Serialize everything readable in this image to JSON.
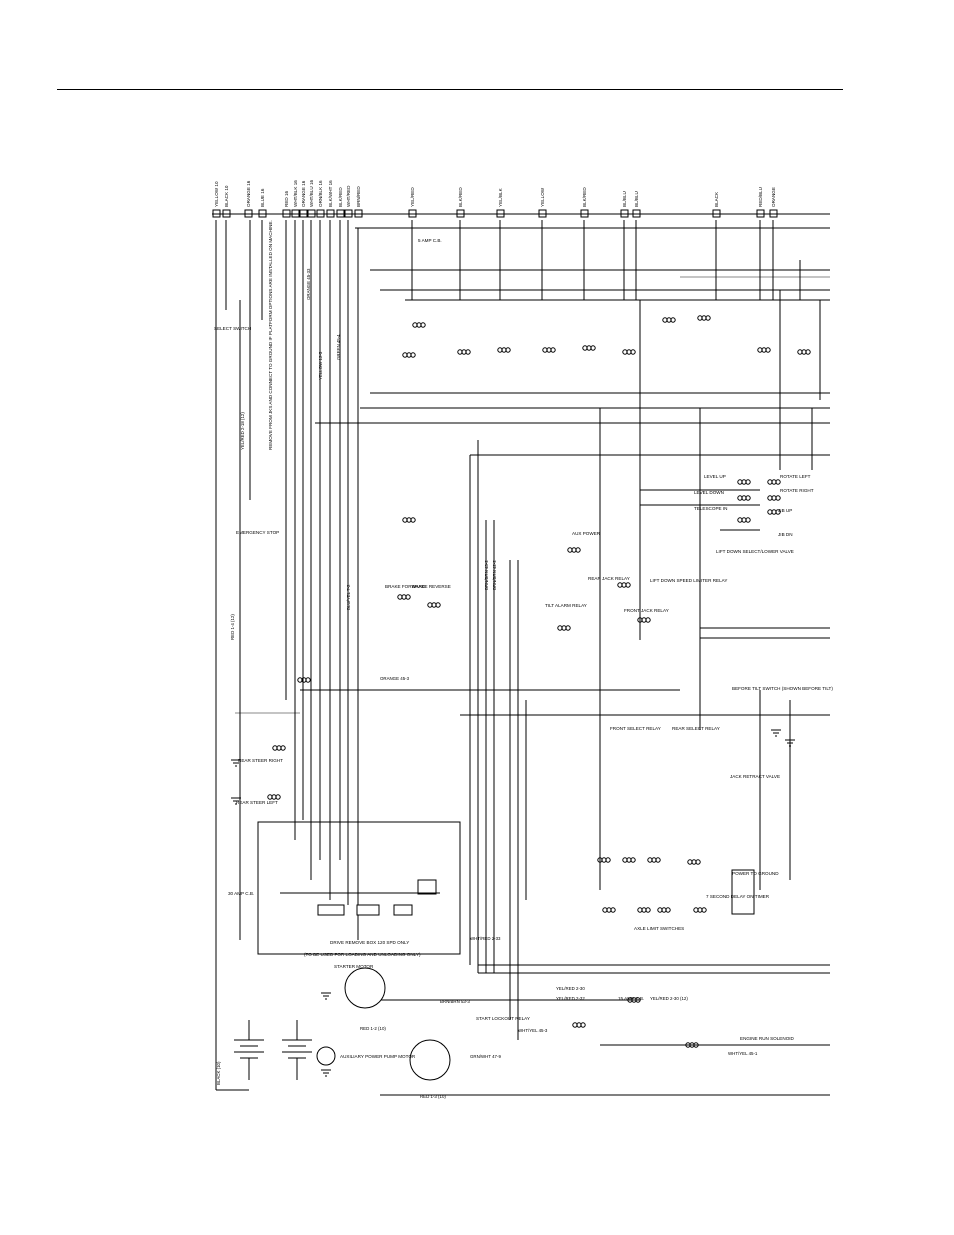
{
  "diagram": {
    "top_wire_labels": [
      "YELLOW 10",
      "BLACK 10",
      "ORANGE 16",
      "BLUE 16",
      "RED 16",
      "WHT/BLK 16",
      "ORANGE 16",
      "WHT/BLU 16",
      "ORN/BLK 16",
      "BLK/WHT 16",
      "BLK/RED",
      "WHT/RED",
      "BRN/RED",
      "YEL/RED",
      "BLK/RED",
      "YEL/BLK",
      "YELLOW",
      "BLK/RED",
      "BL/BLU",
      "BL/BLU",
      "BLACK",
      "RED/BLU",
      "ORANGE"
    ],
    "mid_wire_labels": [
      "RED 1-4 (12)",
      "BLACK (10)",
      "YEL/RED 2-18 (12)",
      "ORANGE 45-33",
      "YELLOW 12-5",
      "GREEN 45-4",
      "BLU/YEL 7-2",
      "BRN/BRN 43-2",
      "BRN/BRN 42-2",
      "RED 1-2 (10)",
      "YEL/RED 2-32",
      "YEL/RED 2-30",
      "BRN/BRN 53-3",
      "WHT/YEL 45-3",
      "GRN/WHT 47-9",
      "YEL/RED 2-30 (12)",
      "WHT/RED 2-33",
      "RED 1-3 (10)",
      "WHT/YEL 45-1",
      "ORANGE 45-3"
    ],
    "component_labels": [
      {
        "id": "select-switch",
        "text": "SELECT SWITCH"
      },
      {
        "id": "emergency-stop",
        "text": "EMERGENCY STOP"
      },
      {
        "id": "rear-steer-right",
        "text": "REAR STEER RIGHT"
      },
      {
        "id": "rear-steer-left",
        "text": "REAR STEER LEFT"
      },
      {
        "id": "aux-power",
        "text": "AUX POWER"
      },
      {
        "id": "level-up",
        "text": "LEVEL UP"
      },
      {
        "id": "level-down",
        "text": "LEVEL DOWN"
      },
      {
        "id": "telescope-in",
        "text": "TELESCOPE IN"
      },
      {
        "id": "rotate-left",
        "text": "ROTATE LEFT"
      },
      {
        "id": "rotate-right",
        "text": "ROTATE RIGHT"
      },
      {
        "id": "jib-up",
        "text": "JIB UP"
      },
      {
        "id": "jib-dn",
        "text": "JIB DN"
      },
      {
        "id": "lift-down-select",
        "text": "LIFT DOWN SELECT/LOWER VALVE"
      },
      {
        "id": "lift-down-speed",
        "text": "LIFT DOWN SPEED LIMITER RELAY"
      },
      {
        "id": "brake-forward",
        "text": "BRAKE FORWARD"
      },
      {
        "id": "brake-reverse",
        "text": "BRAKE REVERSE"
      },
      {
        "id": "rear-jack-relay",
        "text": "REAR JACK RELAY"
      },
      {
        "id": "tilt-alarm-relay",
        "text": "TILT ALARM RELAY"
      },
      {
        "id": "front-jack-relay",
        "text": "FRONT JACK RELAY"
      },
      {
        "id": "before-tilt",
        "text": "BEFORE TILT SWITCH (SHOWN BEFORE TILT)"
      },
      {
        "id": "front-select-relay",
        "text": "FRONT SELECT RELAY"
      },
      {
        "id": "rear-select-relay",
        "text": "REAR SELECT RELAY"
      },
      {
        "id": "jack-retract-valve",
        "text": "JACK RETRACT VALVE"
      },
      {
        "id": "drive-box",
        "text": "DRIVE REMOVE BOX 120 SPD ONLY"
      },
      {
        "id": "loading-note",
        "text": "(TO BE USED FOR LOADING AND UNLOADING ONLY)"
      },
      {
        "id": "starter-motor",
        "text": "STARTER MOTOR"
      },
      {
        "id": "aux-pump-motor",
        "text": "AUXILIARY POWER PUMP MOTOR"
      },
      {
        "id": "start-lockout",
        "text": "START LOCKOUT RELAY"
      },
      {
        "id": "engine-run",
        "text": "ENGINE RUN SOLENOID"
      },
      {
        "id": "axle-switches",
        "text": "AXLE LIMIT SWITCHES"
      },
      {
        "id": "delay-timer",
        "text": "7 SECOND DELAY ON TIMER"
      },
      {
        "id": "fuse-30amp",
        "text": "30 AMP C.B."
      },
      {
        "id": "fuse-15amp",
        "text": "15 AMP C.B."
      },
      {
        "id": "fuse-5amp",
        "text": "5 AMP C.B."
      },
      {
        "id": "power-to-ground",
        "text": "POWER TO GROUND"
      },
      {
        "id": "right-note",
        "text": "REMOVE FROM JKS AND CONNECT TO GROUND IF PLATFORM OPTIONS ARE INSTALLED ON MACHINE."
      }
    ]
  }
}
